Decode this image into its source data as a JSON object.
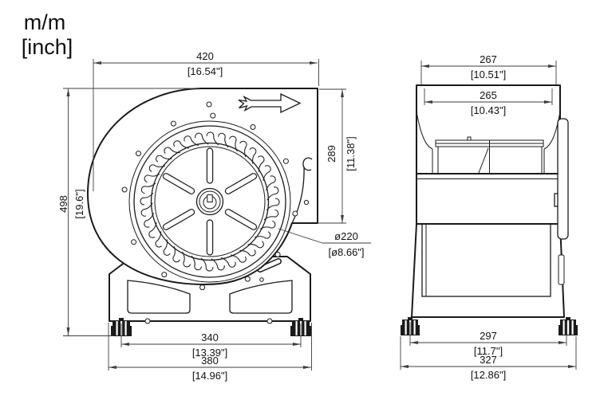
{
  "title_block": {
    "units_mm": "m/m",
    "units_inch": "[inch]"
  },
  "front_view": {
    "dim_width": {
      "mm": "420",
      "inch": "[16.54\"]"
    },
    "dim_height": {
      "mm": "498",
      "inch": "[19.6\"]"
    },
    "dim_outlet": {
      "mm": "289",
      "inch": "[11.38\"]"
    },
    "dim_impeller": {
      "mm": "ø220",
      "inch": "[ø8.66\"]"
    },
    "dim_feet": {
      "mm": "340",
      "inch": "[13.39\"]"
    },
    "dim_base": {
      "mm": "380",
      "inch": "[14.96\"]"
    }
  },
  "side_view": {
    "dim_depth": {
      "mm": "267",
      "inch": "[10.51\"]"
    },
    "dim_outlet_depth": {
      "mm": "265",
      "inch": "[10.43\"]"
    },
    "dim_feet": {
      "mm": "297",
      "inch": "[11.7\"]"
    },
    "dim_base": {
      "mm": "327",
      "inch": "[12.86\"]"
    }
  },
  "colors": {
    "line": "#1a1a1a",
    "dim": "#3d3d3d",
    "background": "#ffffff"
  }
}
